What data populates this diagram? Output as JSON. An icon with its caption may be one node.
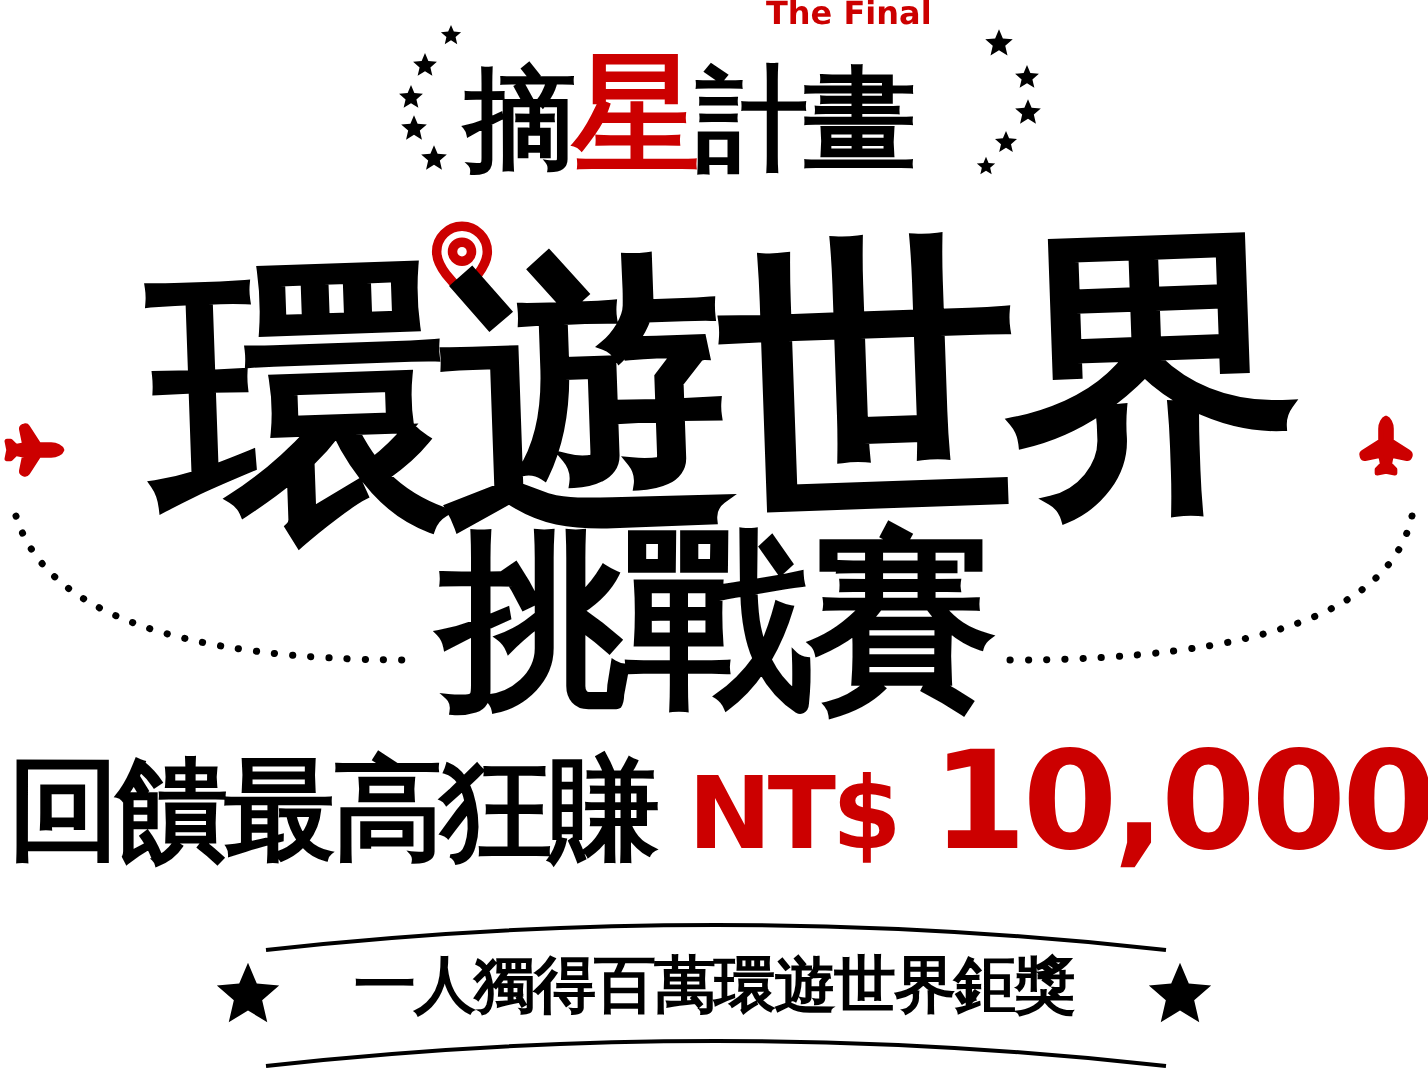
{
  "diagram": {
    "labels": [
      "The Final",
      "摘星計畫",
      "環遊世界",
      "挑戰賽",
      "回饋最高狂賺",
      "NT$",
      "10,000",
      "一人獨得百萬環遊世界鉅獎"
    ]
  }
}
